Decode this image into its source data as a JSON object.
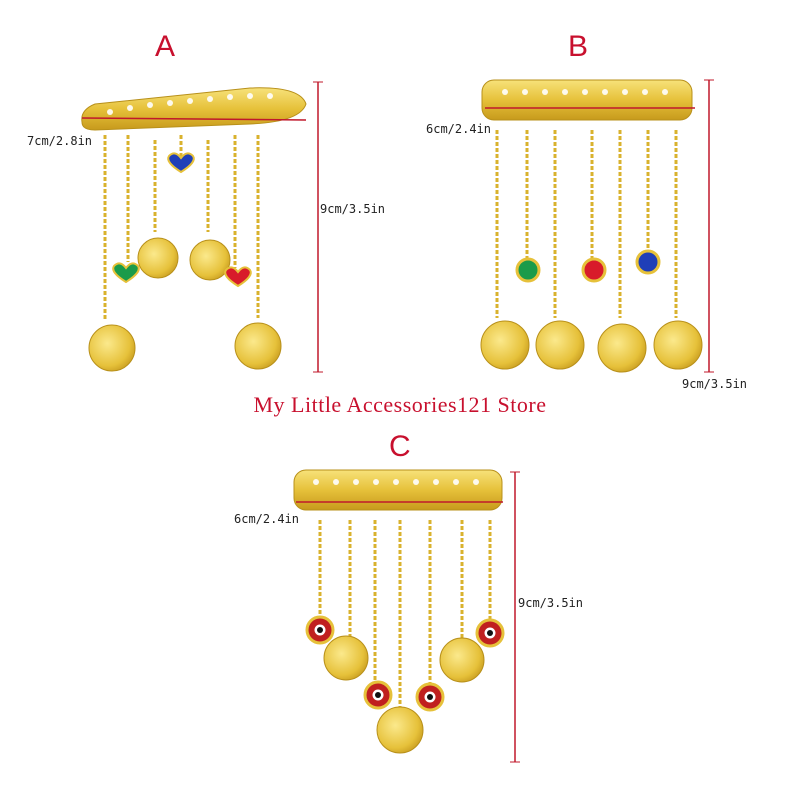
{
  "panels": [
    {
      "letter": "A",
      "width_label": "7cm/2.8in",
      "height_label": "9cm/3.5in"
    },
    {
      "letter": "B",
      "width_label": "6cm/2.4in",
      "height_label": "9cm/3.5in"
    },
    {
      "letter": "C",
      "width_label": "6cm/2.4in",
      "height_label": "9cm/3.5in"
    }
  ],
  "store_name": "My Little Accessories121 Store",
  "colors": {
    "gold": "#e6c13a",
    "gold_dark": "#b8901a",
    "label_red": "#c8102e",
    "dimension_line": "#c0182b",
    "gem_green": "#1a9b4a",
    "gem_red": "#d81b2a",
    "gem_blue": "#1f3fb8",
    "evil_eye_red": "#c0201f"
  }
}
